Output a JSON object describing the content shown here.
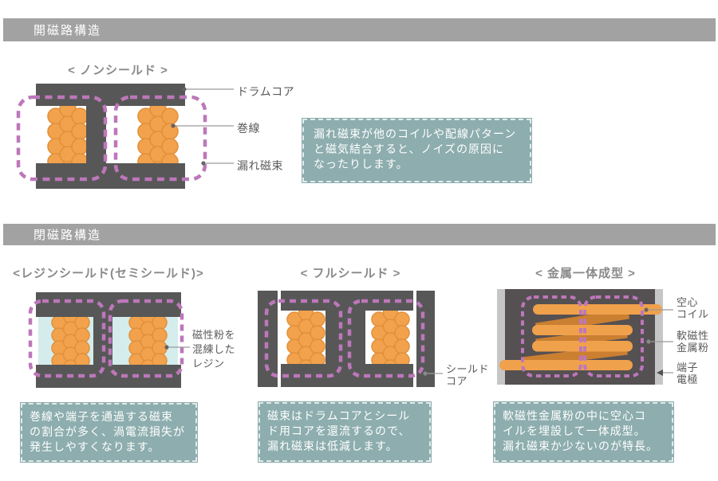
{
  "sections": {
    "open": {
      "header": "開磁路構造",
      "nonshield": {
        "title": "< ノンシールド >",
        "labels": {
          "drum_core": "ドラムコア",
          "winding": "巻線",
          "leakage_flux": "漏れ磁束"
        },
        "note": "漏れ磁束が他のコイルや配線パターン\nと磁気結合すると、ノイズの原因に\nなったりします。"
      }
    },
    "closed": {
      "header": "閉磁路構造",
      "resin": {
        "title": "<レジンシールド(セミシールド)>",
        "label_resin": "磁性粉を\n混練した\nレジン",
        "note": "巻線や端子を通過する磁束\nの割合が多く、渦電流損失が\n発生しやすくなります。"
      },
      "full": {
        "title": "< フルシールド >",
        "label_shield_core": "シールド\nコア",
        "note": "磁束はドラムコアとシール\nド用コアを還流するので、\n漏れ磁束は低減します。"
      },
      "metal": {
        "title": "< 金属一体成型 >",
        "label_air_coil": "空心\nコイル",
        "label_metal_powder": "軟磁性\n金属粉",
        "label_terminal": "端子\n電極",
        "note": "軟磁性金属粉の中に空心コ\nイルを埋設して一体成型。\n漏れ磁束か少ないのが特長。"
      }
    }
  },
  "colors": {
    "header_bar": "#a2a2a2",
    "core": "#575757",
    "winding": "#f2a24d",
    "winding_outline": "#e2903a",
    "flux_dash": "#bd77ba",
    "note_bg": "#8dadae",
    "note_text": "#ffffff",
    "resin_fill": "#d5ecec",
    "electrode": "#c6c6c6",
    "coil": "#f0a14c",
    "coil_back": "#cb7f31",
    "label_text": "#5a5a5a"
  }
}
